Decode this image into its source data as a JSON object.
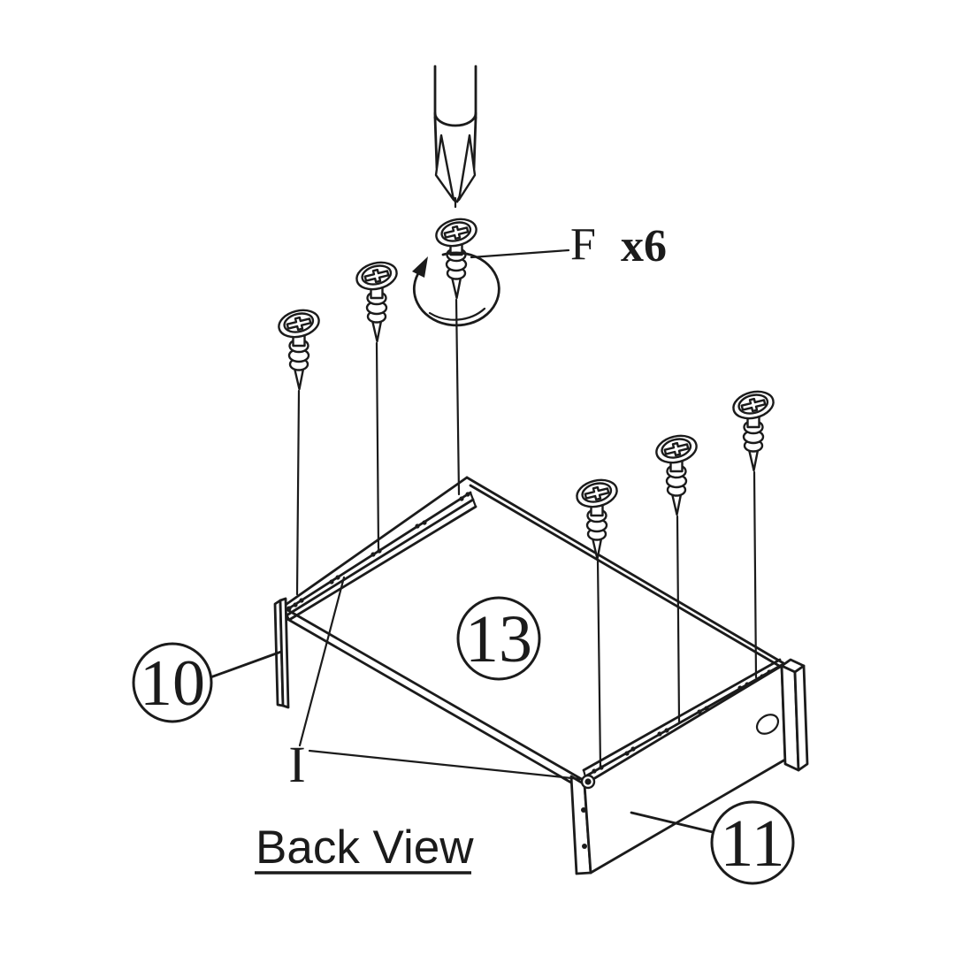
{
  "diagram": {
    "caption": "Back View",
    "hardware_callout": {
      "letter": "F",
      "quantity": "x6"
    },
    "part_labels": [
      {
        "id": "10"
      },
      {
        "id": "13"
      },
      {
        "id": "11"
      }
    ],
    "rail_label": "I",
    "visible_screw_count": 6,
    "colors": {
      "line": "#1b1b1b",
      "background": "#ffffff"
    }
  }
}
